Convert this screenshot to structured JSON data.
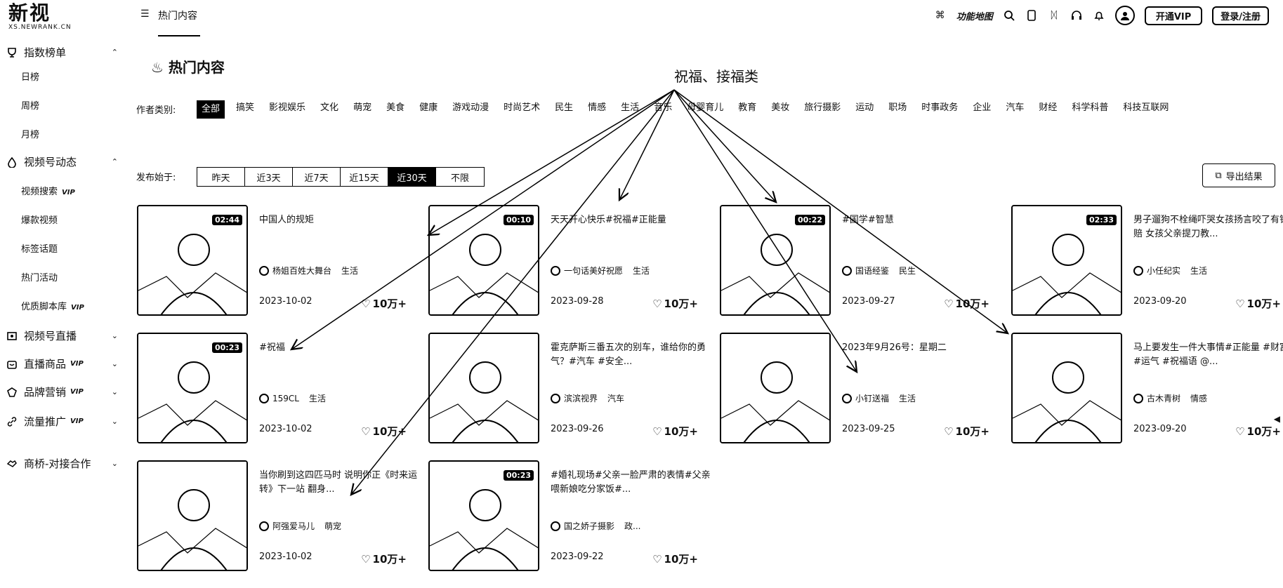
{
  "logo": {
    "main": "新视",
    "sub": "XS.NEWRANK.CN"
  },
  "sidebar": {
    "groups": [
      {
        "label": "指数榜单",
        "icon": "trophy-icon"
      },
      {
        "label": "视频号动态",
        "icon": "drop-icon"
      },
      {
        "label": "视频号直播",
        "icon": "live-icon"
      },
      {
        "label": "直播商品",
        "icon": "bag-icon"
      },
      {
        "label": "品牌营销",
        "icon": "badge-icon"
      },
      {
        "label": "流量推广",
        "icon": "link-icon"
      },
      {
        "label": "商桥-对接合作",
        "icon": "handshake-icon"
      }
    ],
    "rank_items": [
      "日榜",
      "周榜",
      "月榜"
    ],
    "video_items": [
      "视频搜索",
      "爆款视频",
      "标签话题",
      "热门活动",
      "优质脚本库"
    ],
    "vip": "VIP"
  },
  "topbar": {
    "title": "热门内容",
    "feature_map": "功能地图",
    "open_vip": "开通VIP",
    "login": "登录/注册"
  },
  "main": {
    "section_title": "热门内容",
    "annotation": "祝福、接福类",
    "category_label": "作者类别:",
    "categories": [
      "全部",
      "搞笑",
      "影视娱乐",
      "文化",
      "萌宠",
      "美食",
      "健康",
      "游戏动漫",
      "时尚艺术",
      "民生",
      "情感",
      "生活",
      "音乐",
      "母婴育儿",
      "教育",
      "美妆",
      "旅行摄影",
      "运动",
      "职场",
      "时事政务",
      "企业",
      "汽车",
      "财经",
      "科学科普",
      "科技互联网"
    ],
    "date_label": "发布始于:",
    "dates": [
      "昨天",
      "近3天",
      "近7天",
      "近15天",
      "近30天",
      "不限"
    ],
    "export": "导出结果"
  },
  "cards": [
    {
      "title": "中国人的规矩",
      "author": "杨姐百姓大舞台",
      "category": "生活",
      "date": "2023-10-02",
      "likes": "10万+",
      "duration": "02:44"
    },
    {
      "title": "天天开心快乐#祝福#正能量",
      "author": "一句话美好祝愿",
      "category": "生活",
      "date": "2023-09-28",
      "likes": "10万+",
      "duration": "00:10"
    },
    {
      "title": "#国学#智慧",
      "author": "国语经鉴",
      "category": "民生",
      "date": "2023-09-27",
      "likes": "10万+",
      "duration": "00:22"
    },
    {
      "title": "男子遛狗不栓绳吓哭女孩扬言咬了有钱赔 女孩父亲提刀教...",
      "author": "小任纪实",
      "category": "生活",
      "date": "2023-09-20",
      "likes": "10万+",
      "duration": "02:33"
    },
    {
      "title": "#祝福",
      "author": "159CL",
      "category": "生活",
      "date": "2023-10-02",
      "likes": "10万+",
      "duration": "00:23"
    },
    {
      "title": "霍克萨斯三番五次的别车，谁给你的勇气？#汽车 #安全...",
      "author": "滨滨视界",
      "category": "汽车",
      "date": "2023-09-26",
      "likes": "10万+",
      "duration": ""
    },
    {
      "title": "2023年9月26号：星期二",
      "author": "小钉送福",
      "category": "生活",
      "date": "2023-09-25",
      "likes": "10万+",
      "duration": ""
    },
    {
      "title": "马上要发生一件大事情#正能量 #财富 #运气 #祝福语 @...",
      "author": "古木青树",
      "category": "情感",
      "date": "2023-09-20",
      "likes": "10万+",
      "duration": ""
    },
    {
      "title": "当你刷到这四匹马时 说明你正《时来运转》下一站 翻身...",
      "author": "阿强爱马儿",
      "category": "萌宠",
      "date": "2023-10-02",
      "likes": "10万+",
      "duration": ""
    },
    {
      "title": "#婚礼现场#父亲一脸严肃的表情#父亲喂新娘吃分家饭#...",
      "author": "国之娇子摄影",
      "category": "政...",
      "date": "2023-09-22",
      "likes": "10万+",
      "duration": "00:23"
    }
  ]
}
